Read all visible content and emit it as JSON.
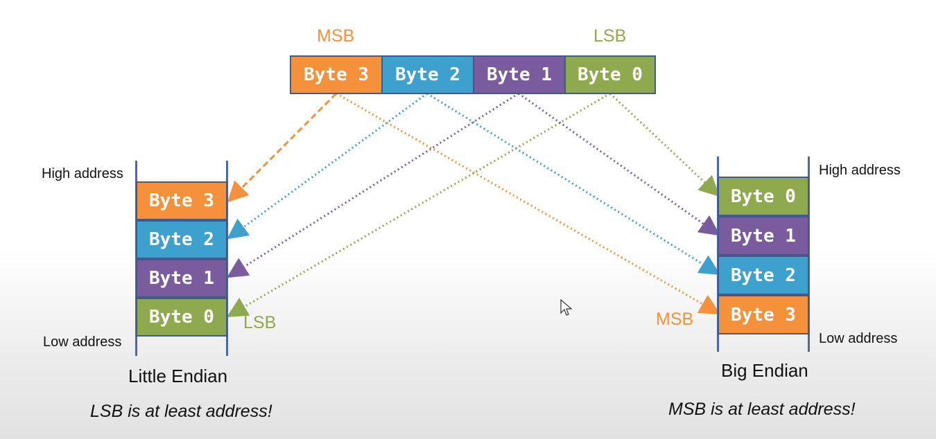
{
  "colors": {
    "byte3": "#f5913a",
    "byte2": "#3ea0cc",
    "byte1": "#7a5c9e",
    "byte0": "#8fa94e",
    "border": "#3f5a8c"
  },
  "top": {
    "msb": "MSB",
    "lsb": "LSB",
    "bytes": [
      "Byte 3",
      "Byte 2",
      "Byte 1",
      "Byte 0"
    ]
  },
  "little": {
    "high": "High address",
    "low": "Low address",
    "bytes": [
      "Byte 3",
      "Byte 2",
      "Byte 1",
      "Byte 0"
    ],
    "lsb": "LSB",
    "title": "Little Endian",
    "note": "LSB is at least address!"
  },
  "big": {
    "high": "High address",
    "low": "Low address",
    "bytes": [
      "Byte 0",
      "Byte 1",
      "Byte 2",
      "Byte 3"
    ],
    "msb": "MSB",
    "title": "Big Endian",
    "note": "MSB is at least address!"
  }
}
